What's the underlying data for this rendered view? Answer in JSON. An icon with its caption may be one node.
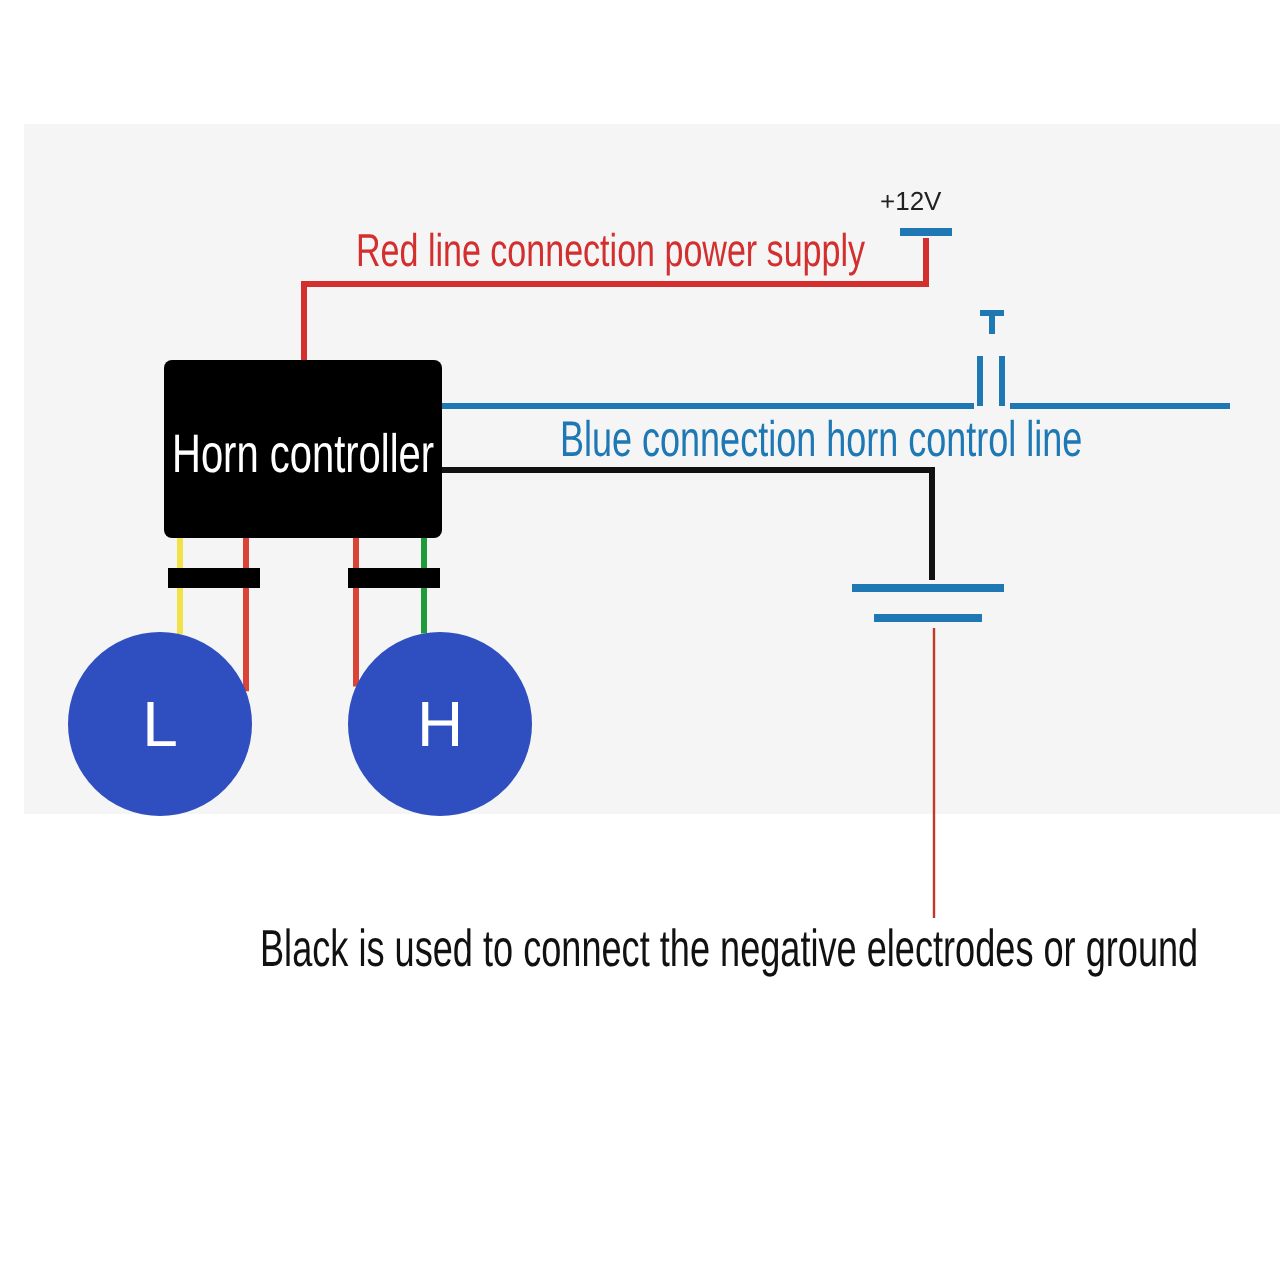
{
  "diagram": {
    "nodes": [
      {
        "text": [
          "Horn controller"
        ]
      },
      {
        "text": [
          "L"
        ]
      },
      {
        "text": [
          "H"
        ]
      },
      {
        "text": [
          "+12V"
        ]
      },
      {
        "text": [],
        "shape": "switch"
      },
      {
        "text": [],
        "shape": "ground"
      },
      {
        "text": [
          "Black is used to connect the negative electrodes or ground"
        ]
      }
    ],
    "edges": [
      {
        "from": 0,
        "to": 3,
        "arrow": "none",
        "label": "Red line connection power supply",
        "color": "#d32f2f"
      },
      {
        "from": 0,
        "to": 4,
        "arrow": "none",
        "label": "Blue connection horn control line",
        "color": "#1e78b4"
      },
      {
        "from": 4,
        "to": null,
        "arrow": "none",
        "color": "#1e78b4"
      },
      {
        "from": 0,
        "to": 5,
        "arrow": "none",
        "color": "#111111"
      },
      {
        "from": 0,
        "to": 1,
        "arrow": "none",
        "color": "#f2e24a"
      },
      {
        "from": 0,
        "to": 1,
        "arrow": "none",
        "color": "#d94436"
      },
      {
        "from": 0,
        "to": 2,
        "arrow": "none",
        "color": "#d94436"
      },
      {
        "from": 0,
        "to": 2,
        "arrow": "none",
        "color": "#1f9a3a"
      },
      {
        "from": 6,
        "to": 5,
        "arrow": "none",
        "color": "#c0392b"
      }
    ]
  }
}
